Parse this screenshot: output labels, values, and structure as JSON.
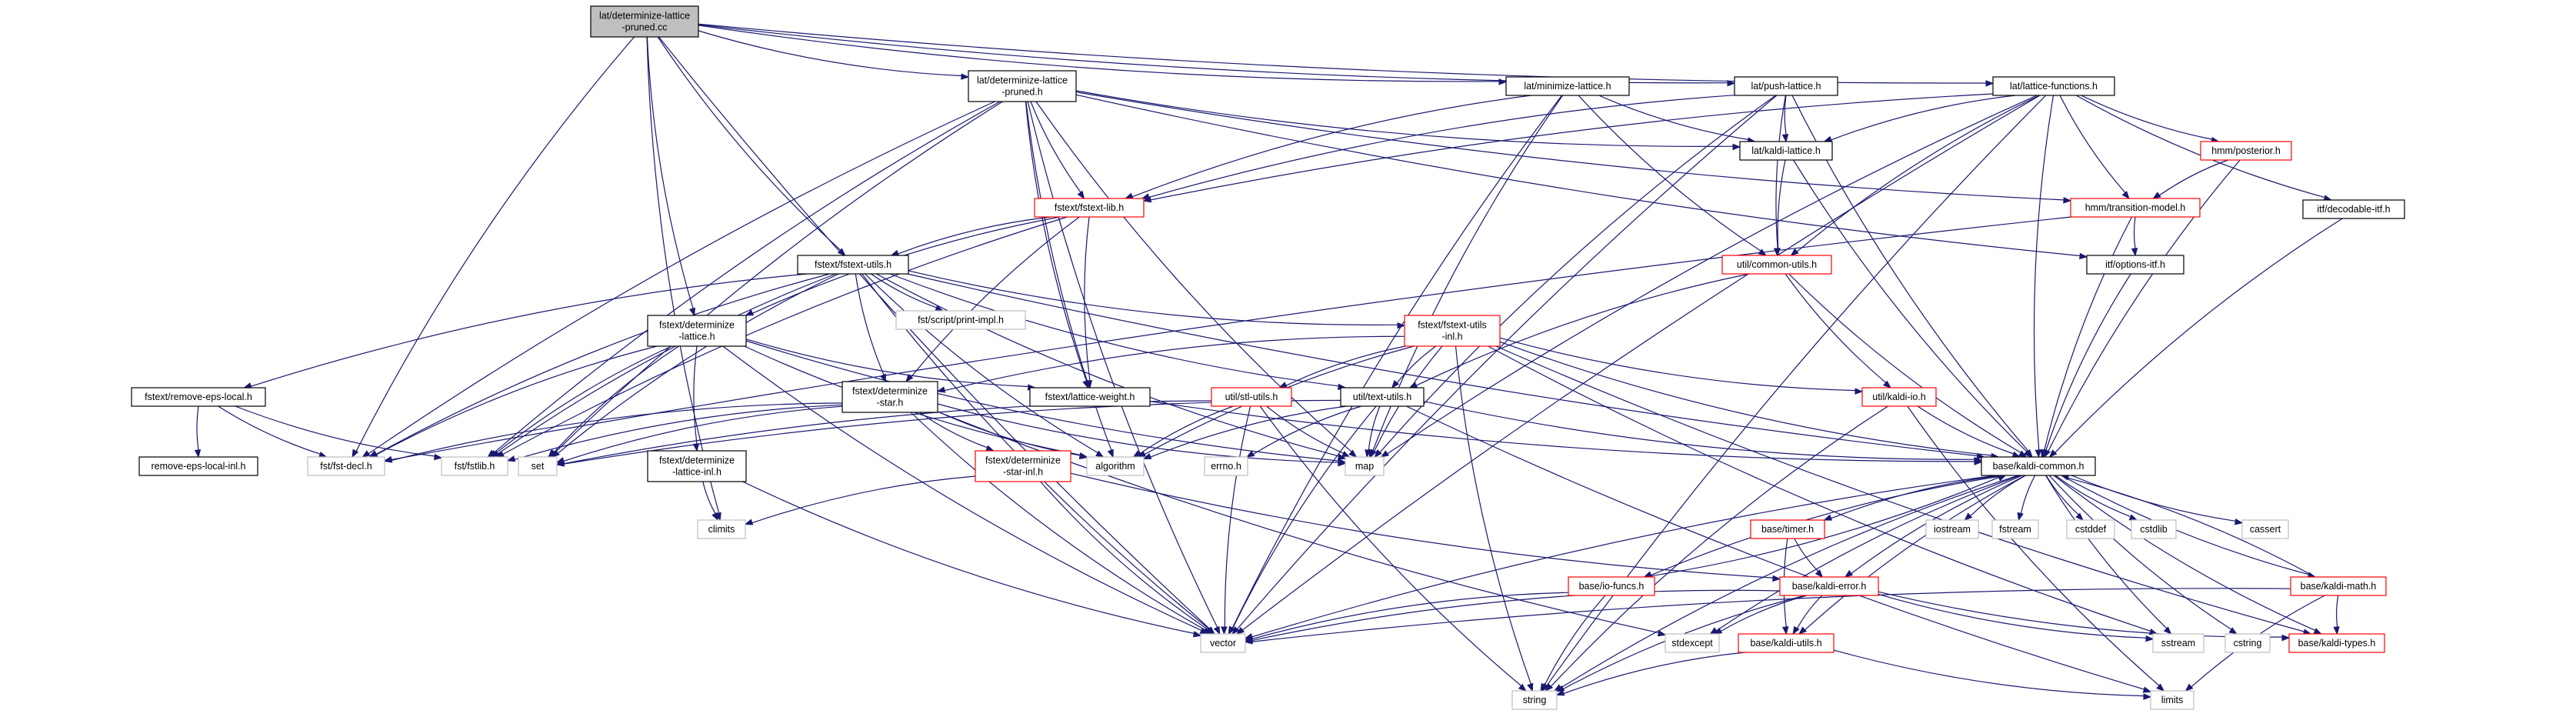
{
  "graph": {
    "nodes": [
      {
        "id": "root",
        "lines": [
          "lat/determinize-lattice",
          "-pruned.cc"
        ],
        "style": "root"
      },
      {
        "id": "dlp_h",
        "lines": [
          "lat/determinize-lattice",
          "-pruned.h"
        ],
        "style": "black"
      },
      {
        "id": "minimize",
        "lines": [
          "lat/minimize-lattice.h"
        ],
        "style": "black"
      },
      {
        "id": "push",
        "lines": [
          "lat/push-lattice.h"
        ],
        "style": "black"
      },
      {
        "id": "latfun",
        "lines": [
          "lat/lattice-functions.h"
        ],
        "style": "black"
      },
      {
        "id": "kaldi_lattice",
        "lines": [
          "lat/kaldi-lattice.h"
        ],
        "style": "black"
      },
      {
        "id": "posterior",
        "lines": [
          "hmm/posterior.h"
        ],
        "style": "red"
      },
      {
        "id": "transition",
        "lines": [
          "hmm/transition-model.h"
        ],
        "style": "red"
      },
      {
        "id": "decodable",
        "lines": [
          "itf/decodable-itf.h"
        ],
        "style": "black"
      },
      {
        "id": "fstext_lib",
        "lines": [
          "fstext/fstext-lib.h"
        ],
        "style": "red"
      },
      {
        "id": "common_utils",
        "lines": [
          "util/common-utils.h"
        ],
        "style": "red"
      },
      {
        "id": "options_itf",
        "lines": [
          "itf/options-itf.h"
        ],
        "style": "black"
      },
      {
        "id": "fstext_utils",
        "lines": [
          "fstext/fstext-utils.h"
        ],
        "style": "black"
      },
      {
        "id": "print_impl",
        "lines": [
          "fst/script/print-impl.h"
        ],
        "style": "plain"
      },
      {
        "id": "fstext_utils_inl",
        "lines": [
          "fstext/fstext-utils",
          "-inl.h"
        ],
        "style": "red"
      },
      {
        "id": "fstext_det_lat",
        "lines": [
          "fstext/determinize",
          "-lattice.h"
        ],
        "style": "black"
      },
      {
        "id": "remove_eps",
        "lines": [
          "fstext/remove-eps-local.h"
        ],
        "style": "black"
      },
      {
        "id": "fstext_det_star",
        "lines": [
          "fstext/determinize",
          "-star.h"
        ],
        "style": "black"
      },
      {
        "id": "lattice_weight",
        "lines": [
          "fstext/lattice-weight.h"
        ],
        "style": "black"
      },
      {
        "id": "stl_utils",
        "lines": [
          "util/stl-utils.h"
        ],
        "style": "red"
      },
      {
        "id": "text_utils",
        "lines": [
          "util/text-utils.h"
        ],
        "style": "black"
      },
      {
        "id": "kaldi_io",
        "lines": [
          "util/kaldi-io.h"
        ],
        "style": "red"
      },
      {
        "id": "kaldi_common",
        "lines": [
          "base/kaldi-common.h"
        ],
        "style": "black"
      },
      {
        "id": "remove_eps_inl",
        "lines": [
          "remove-eps-local-inl.h"
        ],
        "style": "black"
      },
      {
        "id": "fst_decl",
        "lines": [
          "fst/fst-decl.h"
        ],
        "style": "plain"
      },
      {
        "id": "fstlib",
        "lines": [
          "fst/fstlib.h"
        ],
        "style": "plain"
      },
      {
        "id": "set",
        "lines": [
          "set"
        ],
        "style": "plain"
      },
      {
        "id": "det_lat_inl",
        "lines": [
          "fstext/determinize",
          "-lattice-inl.h"
        ],
        "style": "black"
      },
      {
        "id": "algorithm",
        "lines": [
          "algorithm"
        ],
        "style": "plain"
      },
      {
        "id": "det_star_inl",
        "lines": [
          "fstext/determinize",
          "-star-inl.h"
        ],
        "style": "red"
      },
      {
        "id": "errno",
        "lines": [
          "errno.h"
        ],
        "style": "plain"
      },
      {
        "id": "map",
        "lines": [
          "map"
        ],
        "style": "plain"
      },
      {
        "id": "climits",
        "lines": [
          "climits"
        ],
        "style": "plain"
      },
      {
        "id": "timer",
        "lines": [
          "base/timer.h"
        ],
        "style": "red"
      },
      {
        "id": "iostream",
        "lines": [
          "iostream"
        ],
        "style": "plain"
      },
      {
        "id": "fstream",
        "lines": [
          "fstream"
        ],
        "style": "plain"
      },
      {
        "id": "cstddef",
        "lines": [
          "cstddef"
        ],
        "style": "plain"
      },
      {
        "id": "cstdlib",
        "lines": [
          "cstdlib"
        ],
        "style": "plain"
      },
      {
        "id": "cassert",
        "lines": [
          "cassert"
        ],
        "style": "plain"
      },
      {
        "id": "io_funcs",
        "lines": [
          "base/io-funcs.h"
        ],
        "style": "red"
      },
      {
        "id": "kaldi_error",
        "lines": [
          "base/kaldi-error.h"
        ],
        "style": "red"
      },
      {
        "id": "kaldi_math",
        "lines": [
          "base/kaldi-math.h"
        ],
        "style": "red"
      },
      {
        "id": "vector",
        "lines": [
          "vector"
        ],
        "style": "plain"
      },
      {
        "id": "stdexcept",
        "lines": [
          "stdexcept"
        ],
        "style": "plain"
      },
      {
        "id": "kaldi_utils",
        "lines": [
          "base/kaldi-utils.h"
        ],
        "style": "red"
      },
      {
        "id": "sstream",
        "lines": [
          "sstream"
        ],
        "style": "plain"
      },
      {
        "id": "cstring",
        "lines": [
          "cstring"
        ],
        "style": "plain"
      },
      {
        "id": "kaldi_types",
        "lines": [
          "base/kaldi-types.h"
        ],
        "style": "red"
      },
      {
        "id": "string",
        "lines": [
          "string"
        ],
        "style": "plain"
      },
      {
        "id": "limits",
        "lines": [
          "limits"
        ],
        "style": "plain"
      }
    ],
    "edges": [
      [
        "root",
        "dlp_h"
      ],
      [
        "root",
        "minimize"
      ],
      [
        "root",
        "push"
      ],
      [
        "root",
        "latfun"
      ],
      [
        "root",
        "fstext_utils"
      ],
      [
        "root",
        "fstext_det_lat"
      ],
      [
        "root",
        "fst_decl"
      ],
      [
        "root",
        "climits"
      ],
      [
        "root",
        "vector"
      ],
      [
        "dlp_h",
        "fstext_lib"
      ],
      [
        "dlp_h",
        "kaldi_lattice"
      ],
      [
        "dlp_h",
        "transition"
      ],
      [
        "dlp_h",
        "options_itf"
      ],
      [
        "dlp_h",
        "lattice_weight"
      ],
      [
        "dlp_h",
        "fst_decl"
      ],
      [
        "dlp_h",
        "fstlib"
      ],
      [
        "dlp_h",
        "algorithm"
      ],
      [
        "dlp_h",
        "map"
      ],
      [
        "dlp_h",
        "set"
      ],
      [
        "dlp_h",
        "vector"
      ],
      [
        "minimize",
        "fstext_lib"
      ],
      [
        "minimize",
        "kaldi_lattice"
      ],
      [
        "minimize",
        "common_utils"
      ],
      [
        "minimize",
        "map"
      ],
      [
        "minimize",
        "vector"
      ],
      [
        "push",
        "fstext_lib"
      ],
      [
        "push",
        "kaldi_lattice"
      ],
      [
        "push",
        "common_utils"
      ],
      [
        "push",
        "kaldi_common"
      ],
      [
        "push",
        "map"
      ],
      [
        "push",
        "vector"
      ],
      [
        "latfun",
        "fstext_lib"
      ],
      [
        "latfun",
        "kaldi_lattice"
      ],
      [
        "latfun",
        "transition"
      ],
      [
        "latfun",
        "posterior"
      ],
      [
        "latfun",
        "decodable"
      ],
      [
        "latfun",
        "common_utils"
      ],
      [
        "latfun",
        "kaldi_common"
      ],
      [
        "latfun",
        "map"
      ],
      [
        "latfun",
        "string"
      ],
      [
        "latfun",
        "vector"
      ],
      [
        "kaldi_lattice",
        "common_utils"
      ],
      [
        "kaldi_lattice",
        "kaldi_common"
      ],
      [
        "posterior",
        "transition"
      ],
      [
        "posterior",
        "kaldi_common"
      ],
      [
        "transition",
        "options_itf"
      ],
      [
        "transition",
        "kaldi_common"
      ],
      [
        "transition",
        "fst_decl"
      ],
      [
        "decodable",
        "kaldi_common"
      ],
      [
        "options_itf",
        "kaldi_common"
      ],
      [
        "fstext_lib",
        "fstext_utils"
      ],
      [
        "fstext_lib",
        "fstext_det_lat"
      ],
      [
        "fstext_lib",
        "fstext_det_star"
      ],
      [
        "fstext_lib",
        "lattice_weight"
      ],
      [
        "fstext_lib",
        "fstlib"
      ],
      [
        "common_utils",
        "kaldi_common"
      ],
      [
        "common_utils",
        "kaldi_io"
      ],
      [
        "common_utils",
        "text_utils"
      ],
      [
        "fstext_utils",
        "fstext_utils_inl"
      ],
      [
        "fstext_utils",
        "print_impl"
      ],
      [
        "fstext_utils",
        "remove_eps"
      ],
      [
        "fstext_utils",
        "fstext_det_star"
      ],
      [
        "fstext_utils",
        "fst_decl"
      ],
      [
        "fstext_utils",
        "fstlib"
      ],
      [
        "fstext_utils",
        "set"
      ],
      [
        "fstext_utils",
        "algorithm"
      ],
      [
        "fstext_utils",
        "map"
      ],
      [
        "fstext_utils",
        "vector"
      ],
      [
        "fstext_utils",
        "kaldi_common"
      ],
      [
        "fstext_utils",
        "text_utils"
      ],
      [
        "fstext_utils_inl",
        "fstext_det_star"
      ],
      [
        "fstext_utils_inl",
        "stl_utils"
      ],
      [
        "fstext_utils_inl",
        "text_utils"
      ],
      [
        "fstext_utils_inl",
        "kaldi_io"
      ],
      [
        "fstext_utils_inl",
        "kaldi_common"
      ],
      [
        "fstext_utils_inl",
        "algorithm"
      ],
      [
        "fstext_utils_inl",
        "map"
      ],
      [
        "fstext_utils_inl",
        "string"
      ],
      [
        "fstext_utils_inl",
        "sstream"
      ],
      [
        "fstext_utils_inl",
        "kaldi_types"
      ],
      [
        "fstext_det_lat",
        "det_lat_inl"
      ],
      [
        "fstext_det_lat",
        "lattice_weight"
      ],
      [
        "fstext_det_lat",
        "fst_decl"
      ],
      [
        "fstext_det_lat",
        "fstlib"
      ],
      [
        "fstext_det_lat",
        "set"
      ],
      [
        "fstext_det_lat",
        "algorithm"
      ],
      [
        "fstext_det_lat",
        "map"
      ],
      [
        "fstext_det_lat",
        "vector"
      ],
      [
        "remove_eps",
        "remove_eps_inl"
      ],
      [
        "remove_eps",
        "fst_decl"
      ],
      [
        "remove_eps",
        "fstlib"
      ],
      [
        "fstext_det_star",
        "det_star_inl"
      ],
      [
        "fstext_det_star",
        "fst_decl"
      ],
      [
        "fstext_det_star",
        "fstlib"
      ],
      [
        "fstext_det_star",
        "set"
      ],
      [
        "fstext_det_star",
        "algorithm"
      ],
      [
        "fstext_det_star",
        "map"
      ],
      [
        "fstext_det_star",
        "vector"
      ],
      [
        "fstext_det_star",
        "stdexcept"
      ],
      [
        "lattice_weight",
        "kaldi_common"
      ],
      [
        "stl_utils",
        "set"
      ],
      [
        "stl_utils",
        "algorithm"
      ],
      [
        "stl_utils",
        "map"
      ],
      [
        "stl_utils",
        "vector"
      ],
      [
        "stl_utils",
        "string"
      ],
      [
        "text_utils",
        "set"
      ],
      [
        "text_utils",
        "algorithm"
      ],
      [
        "text_utils",
        "errno"
      ],
      [
        "text_utils",
        "map"
      ],
      [
        "text_utils",
        "vector"
      ],
      [
        "text_utils",
        "kaldi_common"
      ],
      [
        "text_utils",
        "limits"
      ],
      [
        "kaldi_io",
        "kaldi_common"
      ],
      [
        "kaldi_io",
        "string"
      ],
      [
        "kaldi_io",
        "limits"
      ],
      [
        "det_lat_inl",
        "climits"
      ],
      [
        "det_lat_inl",
        "vector"
      ],
      [
        "det_star_inl",
        "climits"
      ],
      [
        "det_star_inl",
        "vector"
      ],
      [
        "det_star_inl",
        "kaldi_error"
      ],
      [
        "kaldi_common",
        "timer"
      ],
      [
        "kaldi_common",
        "iostream"
      ],
      [
        "kaldi_common",
        "fstream"
      ],
      [
        "kaldi_common",
        "cstddef"
      ],
      [
        "kaldi_common",
        "cstdlib"
      ],
      [
        "kaldi_common",
        "cassert"
      ],
      [
        "kaldi_common",
        "io_funcs"
      ],
      [
        "kaldi_common",
        "kaldi_error"
      ],
      [
        "kaldi_common",
        "kaldi_math"
      ],
      [
        "kaldi_common",
        "kaldi_utils"
      ],
      [
        "kaldi_common",
        "kaldi_types"
      ],
      [
        "kaldi_common",
        "vector"
      ],
      [
        "kaldi_common",
        "stdexcept"
      ],
      [
        "kaldi_common",
        "sstream"
      ],
      [
        "kaldi_common",
        "cstring"
      ],
      [
        "kaldi_common",
        "string"
      ],
      [
        "timer",
        "kaldi_error"
      ],
      [
        "timer",
        "kaldi_utils"
      ],
      [
        "io_funcs",
        "kaldi_common"
      ],
      [
        "io_funcs",
        "vector"
      ],
      [
        "io_funcs",
        "string"
      ],
      [
        "kaldi_error",
        "vector"
      ],
      [
        "kaldi_error",
        "stdexcept"
      ],
      [
        "kaldi_error",
        "kaldi_utils"
      ],
      [
        "kaldi_error",
        "sstream"
      ],
      [
        "kaldi_error",
        "kaldi_types"
      ],
      [
        "kaldi_error",
        "string"
      ],
      [
        "kaldi_math",
        "kaldi_common"
      ],
      [
        "kaldi_math",
        "vector"
      ],
      [
        "kaldi_math",
        "kaldi_types"
      ],
      [
        "kaldi_math",
        "limits"
      ],
      [
        "kaldi_utils",
        "string"
      ],
      [
        "kaldi_utils",
        "limits"
      ]
    ]
  }
}
